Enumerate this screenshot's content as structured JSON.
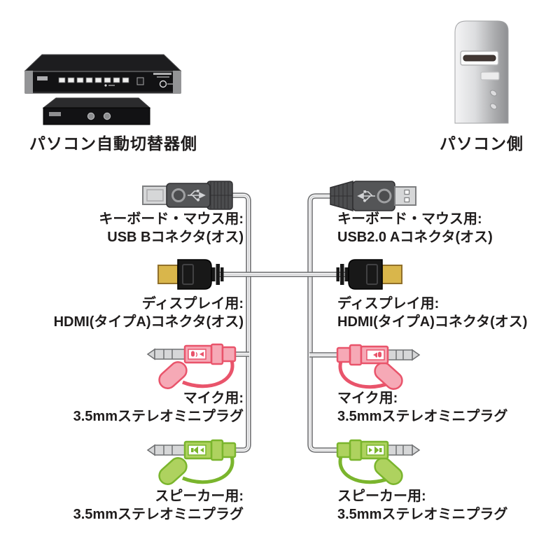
{
  "devices": {
    "switch": {
      "label": "パソコン自動切替器側"
    },
    "pc": {
      "label": "パソコン側"
    }
  },
  "connectors": {
    "left": [
      {
        "line1": "キーボード・マウス用:",
        "line2": "USB Bコネクタ(オス)"
      },
      {
        "line1": "ディスプレイ用:",
        "line2": "HDMI(タイプA)コネクタ(オス)"
      },
      {
        "line1": "マイク用:",
        "line2": "3.5mmステレオミニプラグ"
      },
      {
        "line1": "スピーカー用:",
        "line2": "3.5mmステレオミニプラグ"
      }
    ],
    "right": [
      {
        "line1": "キーボード・マウス用:",
        "line2": "USB2.0 Aコネクタ(オス)"
      },
      {
        "line1": "ディスプレイ用:",
        "line2": "HDMI(タイプA)コネクタ(オス)"
      },
      {
        "line1": "マイク用:",
        "line2": "3.5mmステレオミニプラグ"
      },
      {
        "line1": "スピーカー用:",
        "line2": "3.5mmステレオミニプラグ"
      }
    ]
  },
  "icons": [
    "usb-trident-icon",
    "mic-icon",
    "speaker-icon",
    "kvm-switch-illustration",
    "pc-tower-illustration"
  ],
  "colors": {
    "mic_plug_stroke": "#e9546b",
    "mic_plug_fill": "#f6a9b6",
    "speaker_plug_stroke": "#7ab52d",
    "speaker_plug_fill": "#aed25f",
    "hdmi_gold": "#d9b64b",
    "cable_edge": "#737476",
    "connector_gray": "#545557",
    "text": "#1f1c1c"
  }
}
